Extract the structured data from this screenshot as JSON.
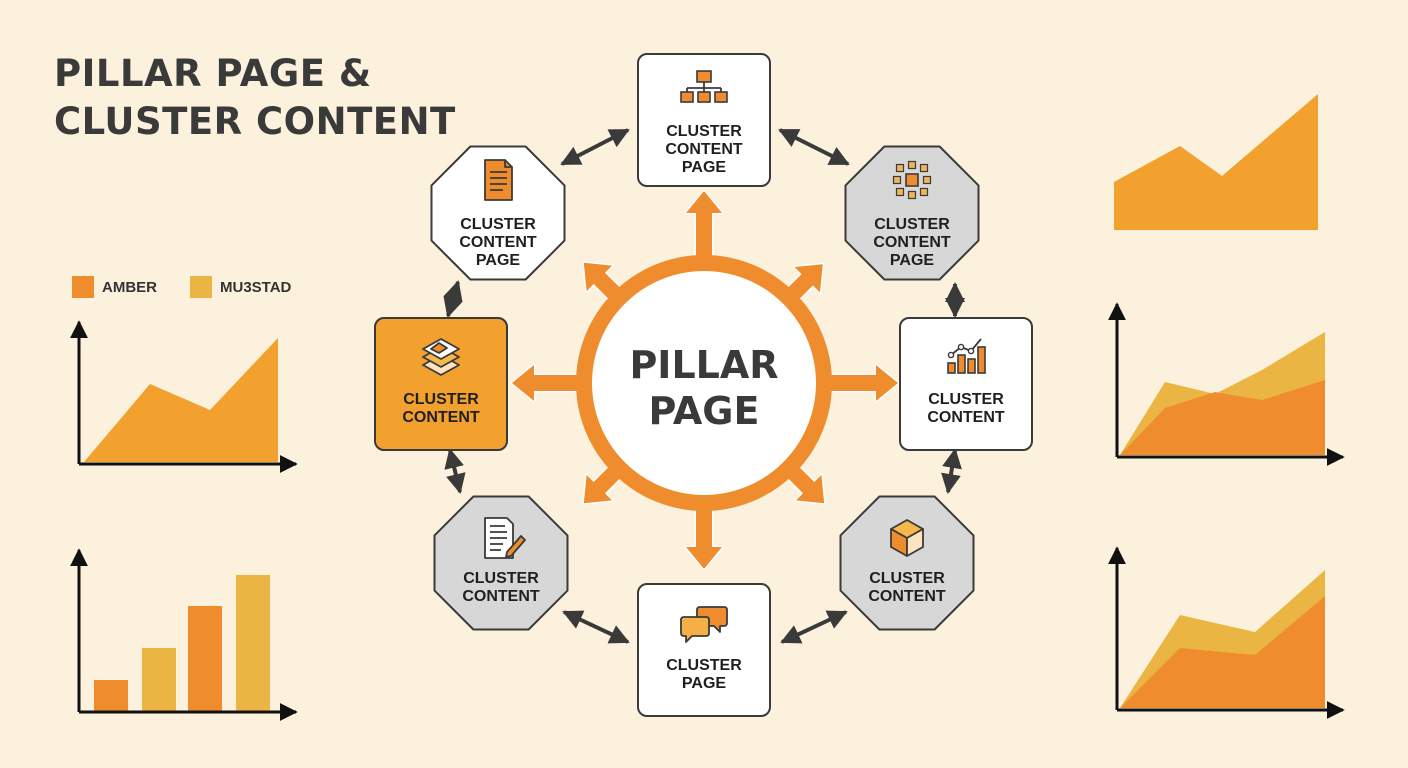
{
  "title": {
    "line1": "PILLAR PAGE &",
    "line2": "CLUSTER CONTENT"
  },
  "center": {
    "line1": "PILLAR",
    "line2": "PAGE"
  },
  "legend": [
    {
      "label": "AMBER",
      "color": "#ef8d2e"
    },
    {
      "label": "MU3STAD",
      "color": "#eab543"
    }
  ],
  "nodes": [
    {
      "lines": [
        "CLUSTER",
        "CONTENT",
        "PAGE"
      ],
      "icon": "hierarchy-icon",
      "style": "white"
    },
    {
      "lines": [
        "CLUSTER",
        "CONTENT",
        "PAGE"
      ],
      "icon": "expand-icon",
      "style": "gray"
    },
    {
      "lines": [
        "CLUSTER",
        "CONTENT"
      ],
      "icon": "analytics-icon",
      "style": "white"
    },
    {
      "lines": [
        "CLUSTER",
        "CONTENT"
      ],
      "icon": "cube-icon",
      "style": "gray"
    },
    {
      "lines": [
        "CLUSTER",
        "PAGE"
      ],
      "icon": "chat-icon",
      "style": "white"
    },
    {
      "lines": [
        "CLUSTER",
        "CONTENT"
      ],
      "icon": "edit-document-icon",
      "style": "gray"
    },
    {
      "lines": [
        "CLUSTER",
        "CONTENT"
      ],
      "icon": "layers-icon",
      "style": "orange"
    },
    {
      "lines": [
        "CLUSTER",
        "CONTENT",
        "PAGE"
      ],
      "icon": "document-icon",
      "style": "white"
    }
  ],
  "colors": {
    "amber": "#ef8d2e",
    "mustard": "#eab543",
    "orange": "#f2a02e",
    "dark": "#3a3a3a",
    "gray_node": "#d7d7d7"
  }
}
